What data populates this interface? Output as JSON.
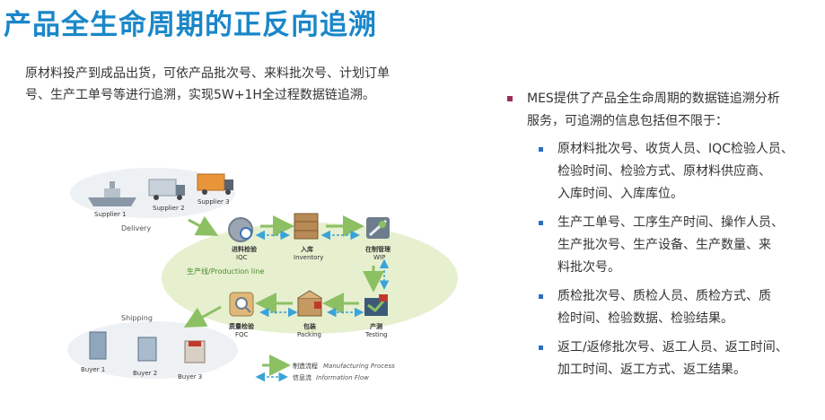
{
  "title": "产品全生命周期的正反向追溯",
  "intro": {
    "line1": "原材料投产到成品出货，可依产品批次号、来料批次号、计划订单",
    "line2": "号、生产工单号等进行追溯，实现5W+1H全过程数据链追溯。"
  },
  "diagram": {
    "suppliers": [
      "Supplier 1",
      "Supplier 2",
      "Supplier 3"
    ],
    "delivery": "Delivery",
    "shipping": "Shipping",
    "buyers": [
      "Buyer 1",
      "Buyer 2",
      "Buyer 3"
    ],
    "production_line": "生产线/Production line",
    "stations": {
      "iqc": {
        "cn": "进料检验",
        "en": "IQC"
      },
      "inventory": {
        "cn": "入库",
        "en": "Inventory"
      },
      "wip": {
        "cn": "在制管理",
        "en": "WIP"
      },
      "testing": {
        "cn": "产测",
        "en": "Testing"
      },
      "packing": {
        "cn": "包装",
        "en": "Packing"
      },
      "fqc": {
        "cn": "质量检验",
        "en": "FQC"
      }
    },
    "legend": {
      "manufacturing": {
        "cn": "制造流程",
        "en": "Manufacturing Process"
      },
      "information": {
        "cn": "信息流",
        "en": "Information Flow"
      }
    }
  },
  "right": {
    "lead_line1": "MES提供了产品全生命周期的数据链追溯分析",
    "lead_line2": "服务，可追溯的信息包括但不限于：",
    "items": [
      {
        "lines": [
          "原材料批次号、收货人员、IQC检验人员、",
          "检验时间、检验方式、原材料供应商、",
          "入库时间、入库库位。"
        ]
      },
      {
        "lines": [
          "生产工单号、工序生产时间、操作人员、",
          "生产批次号、生产设备、生产数量、来",
          "料批次号。"
        ]
      },
      {
        "lines": [
          "质检批次号、质检人员、质检方式、质",
          "检时间、检验数据、检验结果。"
        ]
      },
      {
        "lines": [
          "返工/返修批次号、返工人员、返工时间、",
          "加工时间、返工方式、返工结果。"
        ]
      }
    ]
  },
  "colors": {
    "title": "#1a87c9",
    "ellipse": "#e6f0cf",
    "manufacturing_arrow": "#8cc063",
    "information_arrow": "#3aa3d8",
    "lead_bullet": "#9b2f5b",
    "item_bullet": "#2a6fc0"
  }
}
